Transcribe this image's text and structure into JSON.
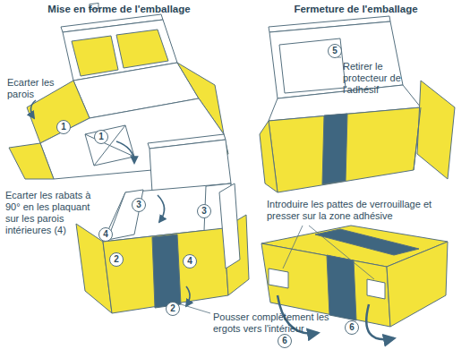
{
  "diagram": {
    "labels": [
      "Mise en forme de l'emballage",
      "Fermeture de l'emballage",
      "Ecarter les parois",
      "1",
      "1",
      "Ecarter les rabats à 90° en les plaquant sur les parois intérieures (4)",
      "3",
      "3",
      "4",
      "4",
      "2",
      "2",
      "Pousser complètement les ergots vers l'intérieur",
      "5",
      "Retirer le protecteur de l'adhésif",
      "Introduire les pattes de verrouillage et presser sur la zone adhésive",
      "6",
      "6"
    ]
  }
}
